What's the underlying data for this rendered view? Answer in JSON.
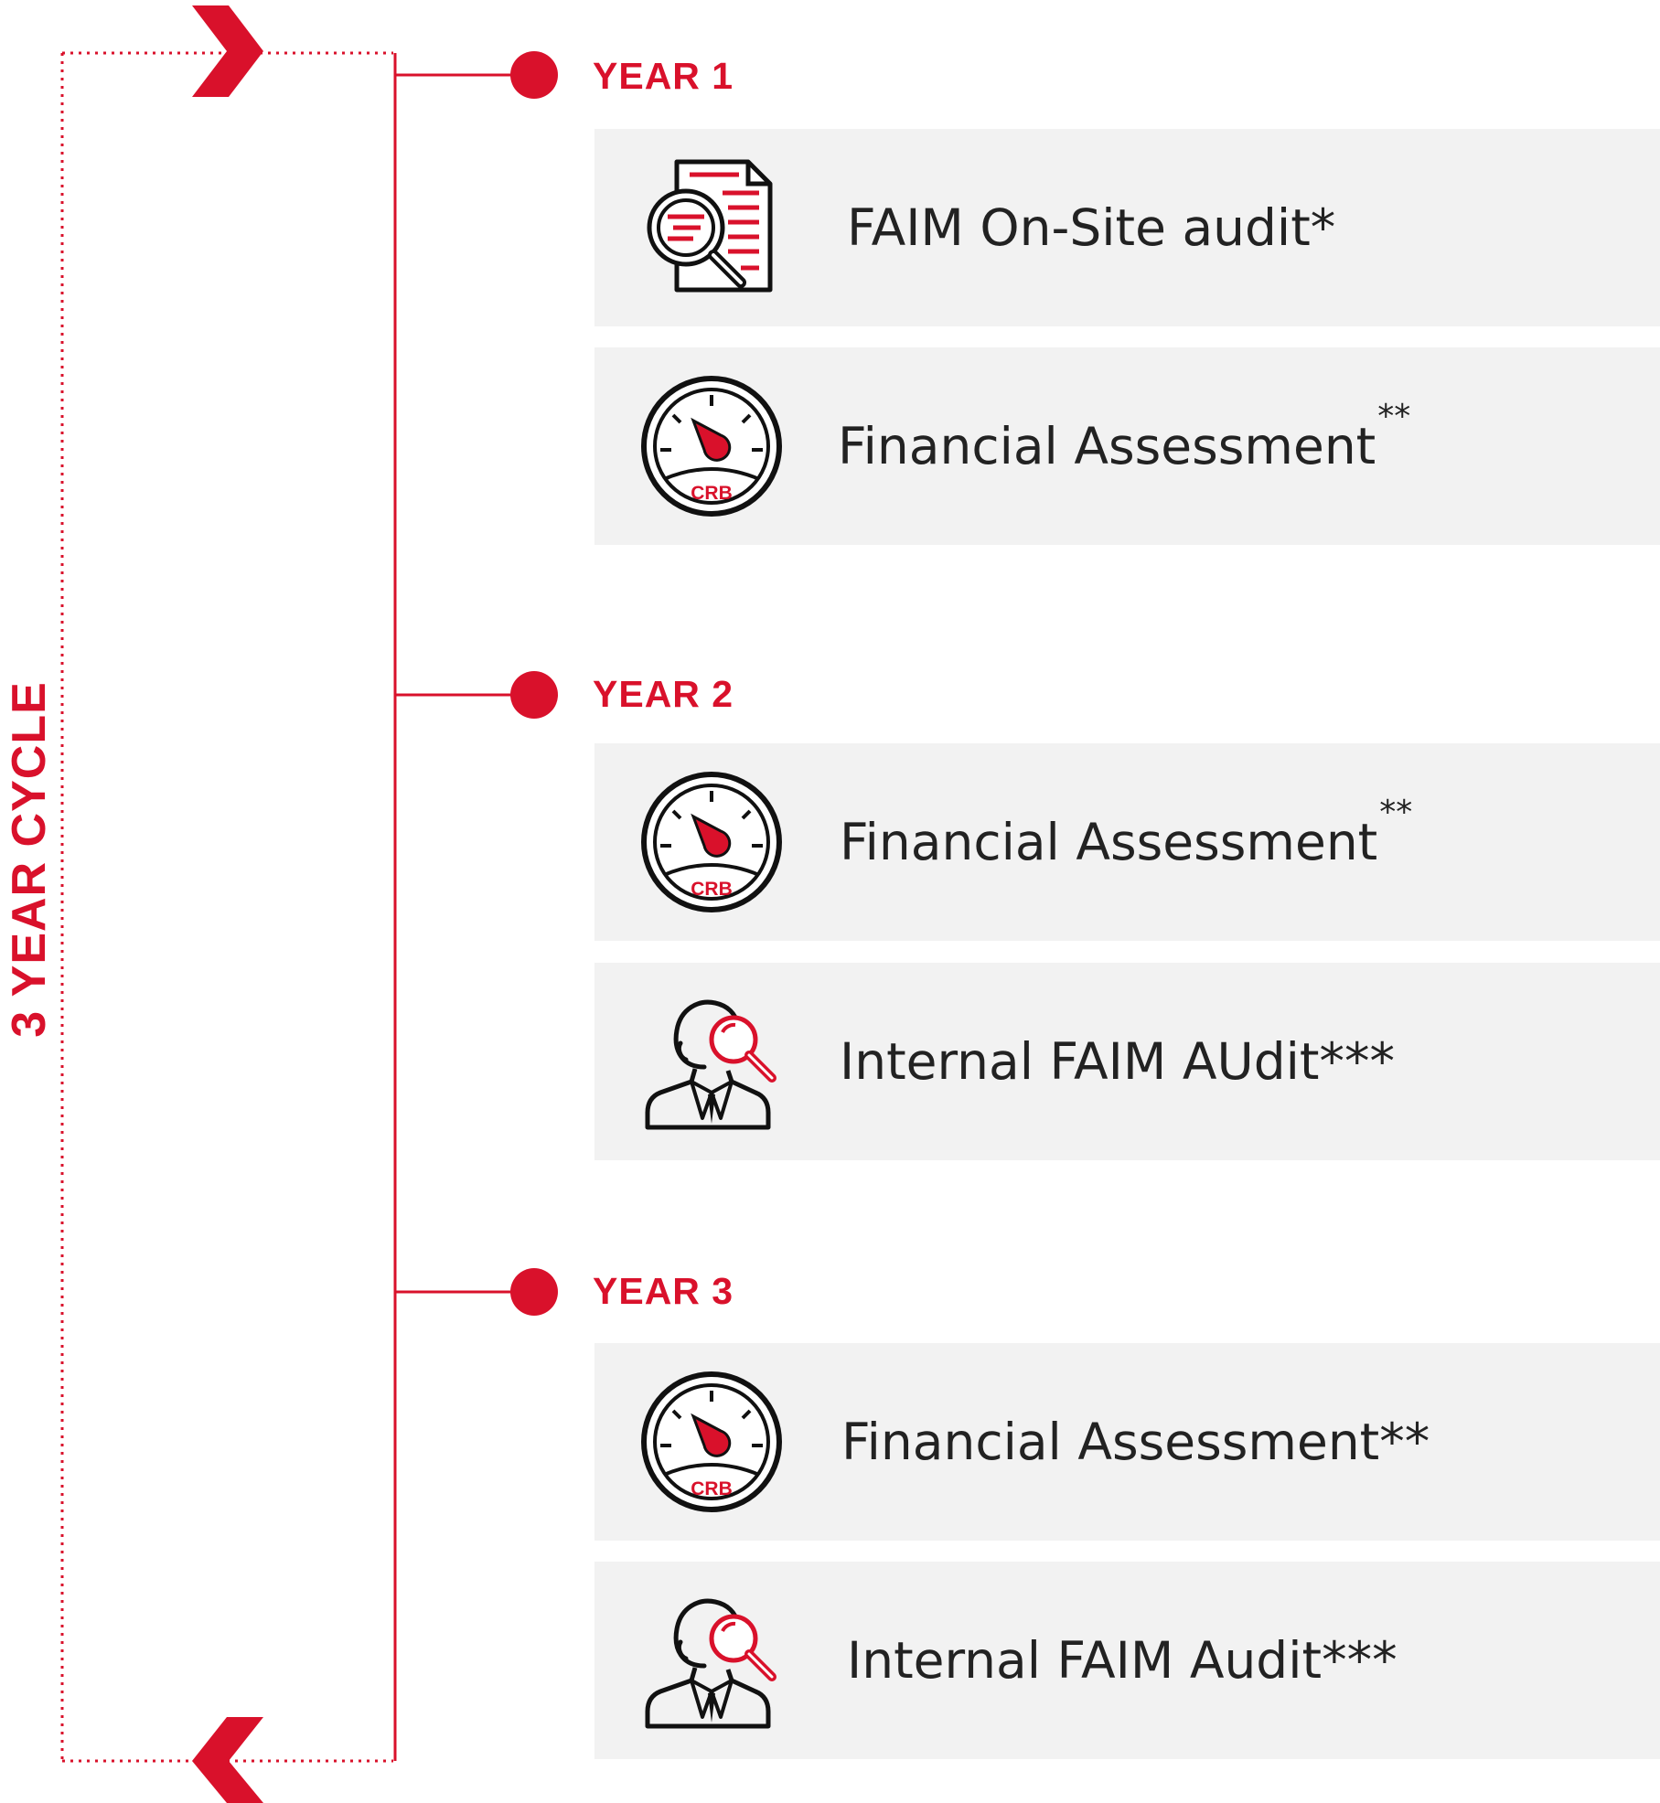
{
  "cycle_label": "3 YEAR CYCLE",
  "accent_color": "#d9112b",
  "years": [
    {
      "label": "YEAR 1",
      "items": [
        {
          "text": "FAIM On-Site audit*",
          "icon": "document-search-icon"
        },
        {
          "text": "Financial Assessment",
          "mark": "**",
          "icon": "gauge-icon",
          "icon_text": "CRB"
        }
      ]
    },
    {
      "label": "YEAR 2",
      "items": [
        {
          "text": "Financial Assessment",
          "mark": "**",
          "icon": "gauge-icon",
          "icon_text": "CRB"
        },
        {
          "text": "Internal FAIM AUdit***",
          "icon": "person-search-icon"
        }
      ]
    },
    {
      "label": "YEAR 3",
      "items": [
        {
          "text": "Financial Assessment**",
          "icon": "gauge-icon",
          "icon_text": "CRB"
        },
        {
          "text": "Internal FAIM Audit***",
          "icon": "person-search-icon"
        }
      ]
    }
  ]
}
